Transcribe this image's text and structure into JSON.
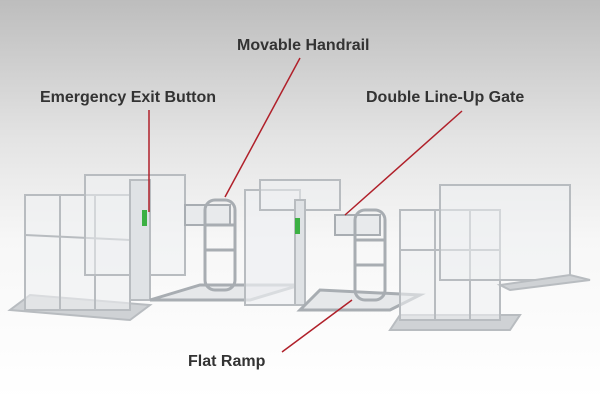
{
  "labels": {
    "handrail": "Movable Handrail",
    "exit_button": "Emergency Exit Button",
    "gate": "Double Line-Up Gate",
    "ramp": "Flat Ramp"
  },
  "colors": {
    "leader": "#b0202a",
    "text": "#333333",
    "button": "#3cb043"
  }
}
